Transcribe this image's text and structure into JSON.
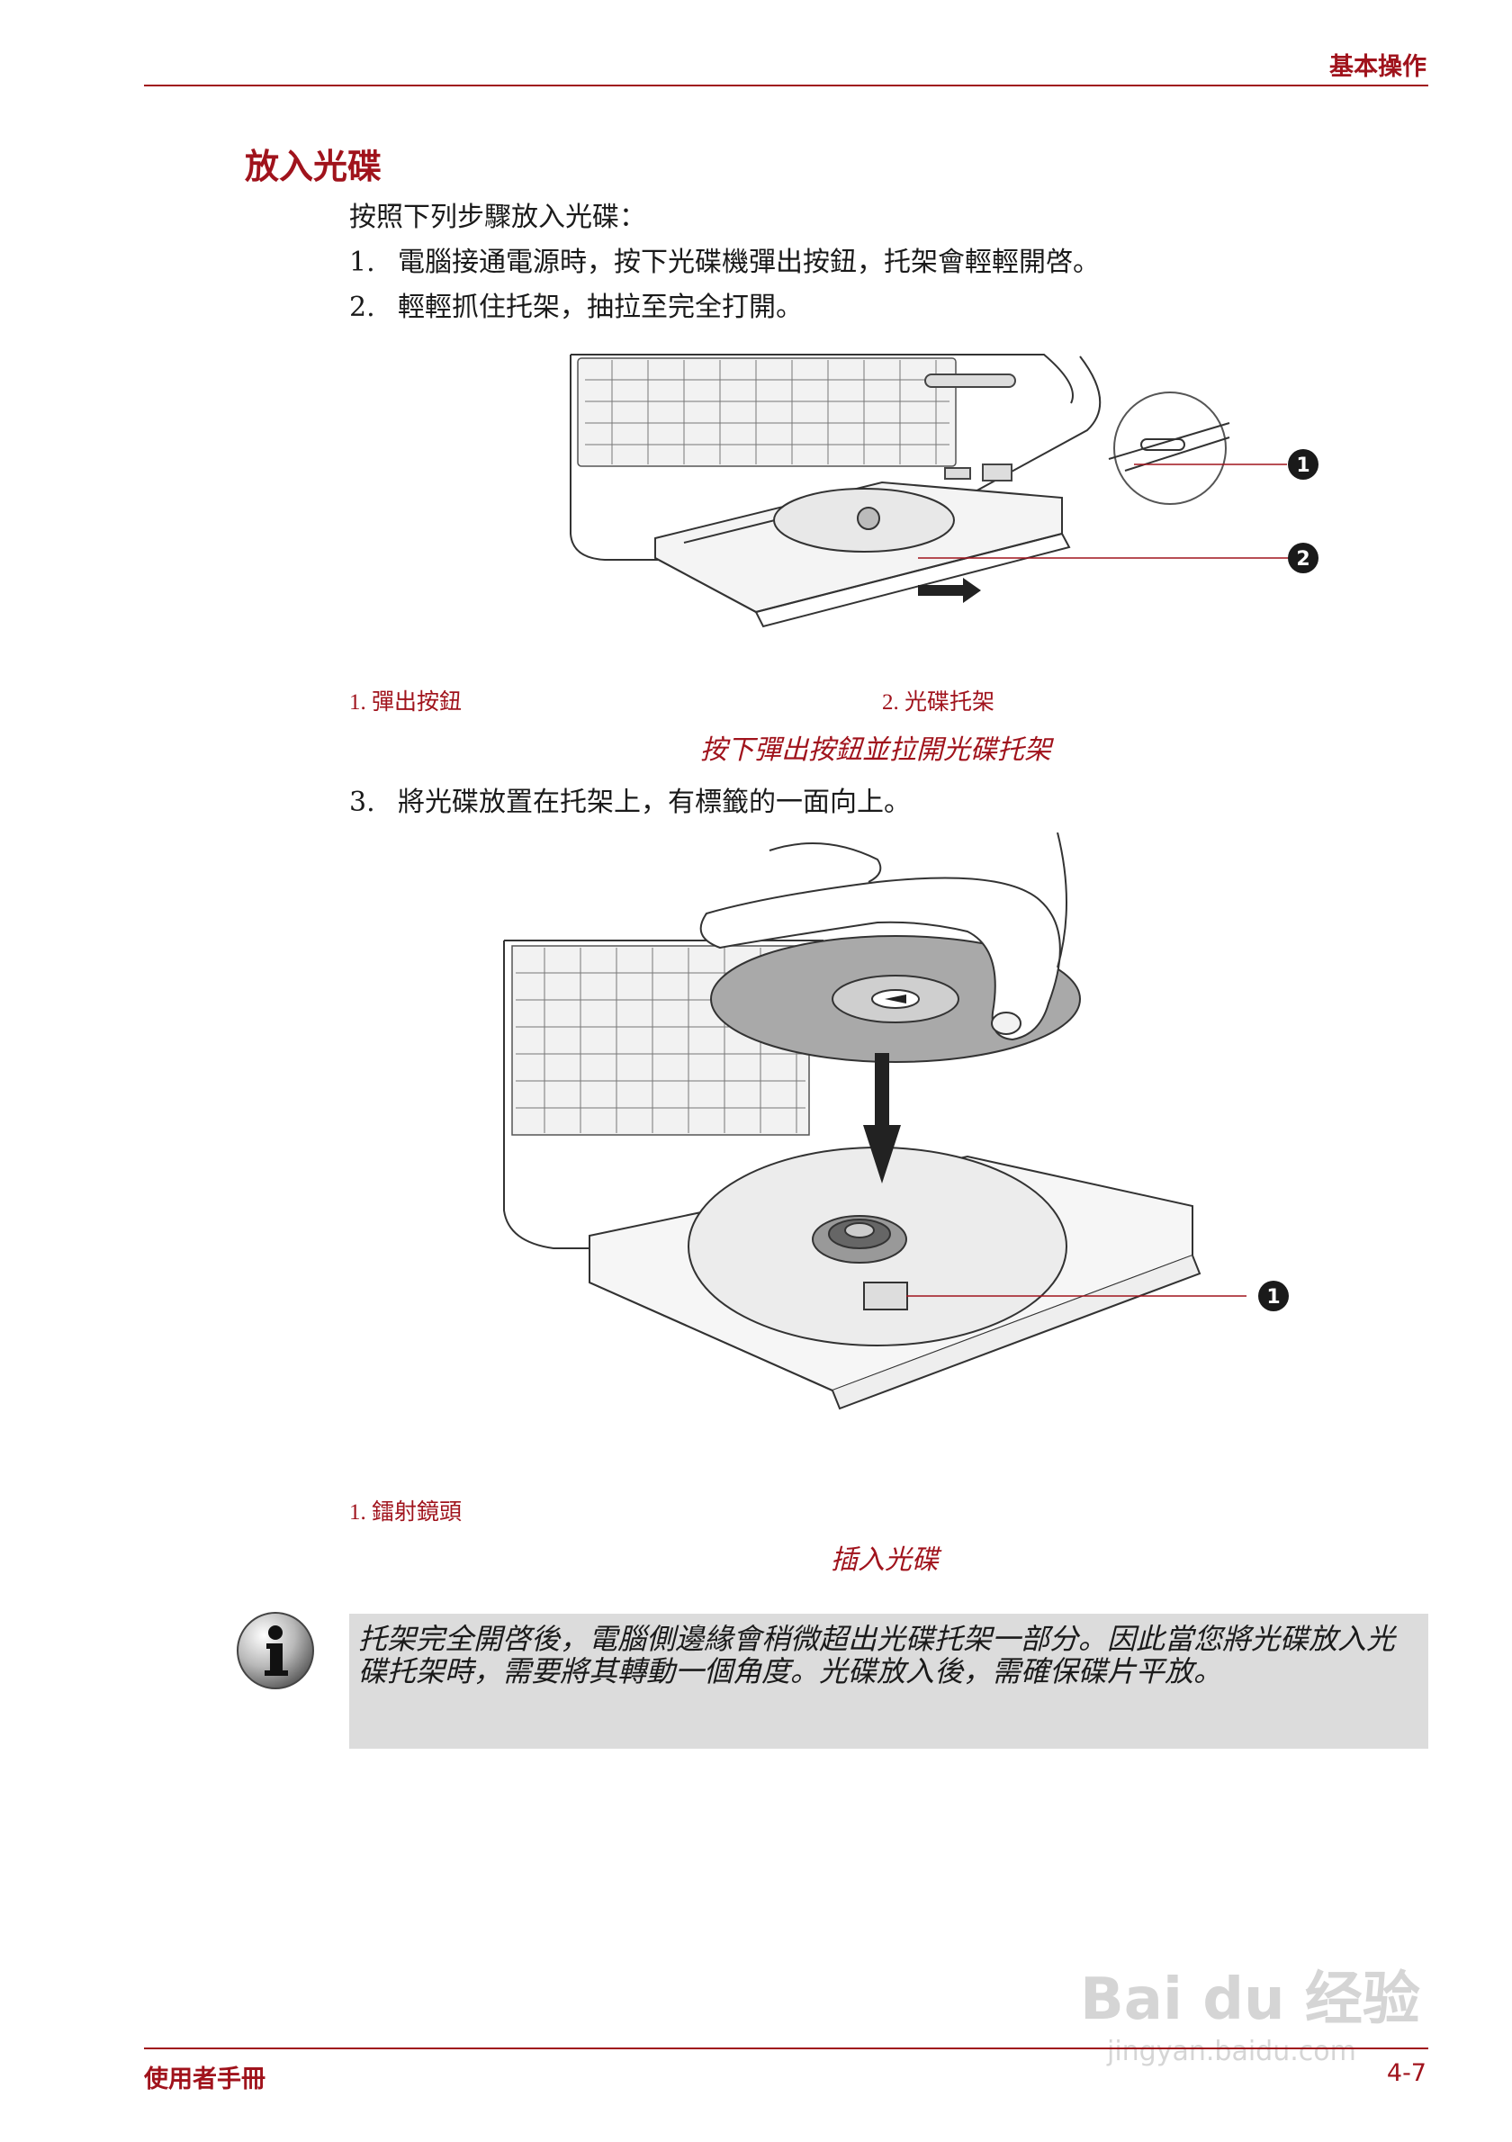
{
  "header": {
    "chapter_title": "基本操作"
  },
  "section": {
    "title": "放入光碟"
  },
  "intro": "按照下列步驟放入光碟：",
  "steps": [
    {
      "num": "1.",
      "text": "電腦接通電源時，按下光碟機彈出按鈕，托架會輕輕開啓。"
    },
    {
      "num": "2.",
      "text": "輕輕抓住托架，抽拉至完全打開。"
    },
    {
      "num": "3.",
      "text": "將光碟放置在托架上，有標籤的一面向上。"
    }
  ],
  "figure1": {
    "callouts": [
      "1",
      "2"
    ],
    "legend": [
      "1. 彈出按鈕",
      "2. 光碟托架"
    ],
    "caption": "按下彈出按鈕並拉開光碟托架"
  },
  "figure2": {
    "callouts": [
      "1"
    ],
    "legend": [
      "1. 鐳射鏡頭"
    ],
    "caption": "插入光碟"
  },
  "note": {
    "icon": "info-icon",
    "text": "托架完全開啓後，電腦側邊緣會稍微超出光碟托架一部分。因此當您將光碟放入光碟托架時，需要將其轉動一個角度。光碟放入後，需確保碟片平放。"
  },
  "footer": {
    "manual_title": "使用者手冊",
    "page_number": "4-7"
  },
  "watermark": {
    "brand": "Bai du 经验",
    "url": "jingyan.baidu.com"
  },
  "colors": {
    "accent": "#a0131c",
    "note_background": "#dcdcdc",
    "text": "#1a1a1a"
  }
}
